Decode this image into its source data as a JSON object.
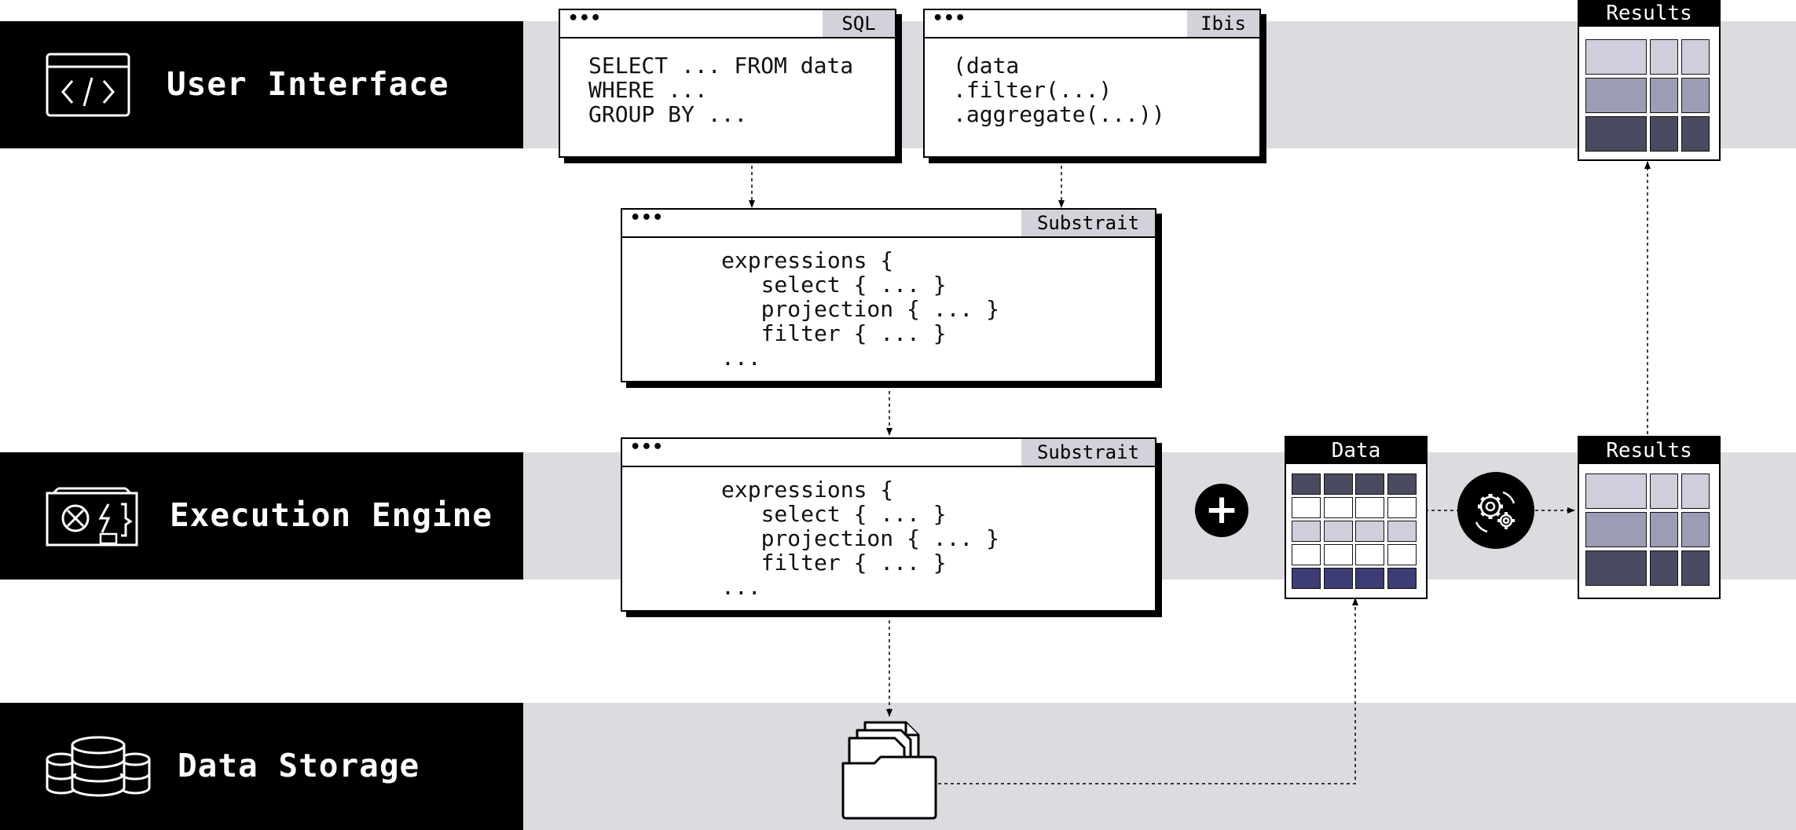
{
  "layers": {
    "user_interface": "User Interface",
    "execution_engine": "Execution Engine",
    "data_storage": "Data Storage"
  },
  "windows": {
    "dots": "•••",
    "sql": {
      "tag": "SQL",
      "code": "SELECT ... FROM data\nWHERE ...\nGROUP BY ..."
    },
    "ibis": {
      "tag": "Ibis",
      "code": "(data\n.filter(...)\n.aggregate(...))"
    },
    "substrait_plan": {
      "tag": "Substrait",
      "code": "expressions {\n   select { ... }\n   projection { ... }\n   filter { ... }\n..."
    },
    "substrait_engine": {
      "tag": "Substrait",
      "code": "expressions {\n   select { ... }\n   projection { ... }\n   filter { ... }\n..."
    }
  },
  "tables": {
    "data": "Data",
    "results_engine": "Results",
    "results_ui": "Results"
  },
  "symbols": {
    "plus": "+"
  },
  "colors": {
    "band": "#dcdbe0",
    "label_bg": "#000000",
    "tag_bg": "#d3d2db",
    "light_cell": "#cfcedd",
    "mid_cell": "#9d9cb5",
    "dark_cell": "#4a4a60",
    "blue_cell": "#3d3d75"
  },
  "icons": [
    "code-window-icon",
    "server-hardware-icon",
    "database-stack-icon",
    "folder-files-icon",
    "gears-icon"
  ]
}
